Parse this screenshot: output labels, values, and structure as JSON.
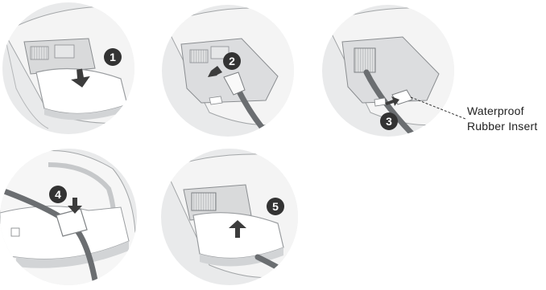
{
  "steps": [
    {
      "number": "1",
      "action": "slide-cover-off"
    },
    {
      "number": "2",
      "action": "insert-ethernet-cable"
    },
    {
      "number": "3",
      "action": "fit-rubber-insert"
    },
    {
      "number": "4",
      "action": "press-insert-down"
    },
    {
      "number": "5",
      "action": "slide-cover-on"
    }
  ],
  "callout": {
    "line1": "Waterproof",
    "line2": "Rubber Insert"
  },
  "colors": {
    "circle_fill": "#e9eaeb",
    "device_white": "#f7f7f7",
    "device_shadow": "#d2d4d6",
    "outline": "#8a8d90",
    "cable": "#6b6e71",
    "badge": "#333333",
    "arrow": "#3c3c3c"
  }
}
